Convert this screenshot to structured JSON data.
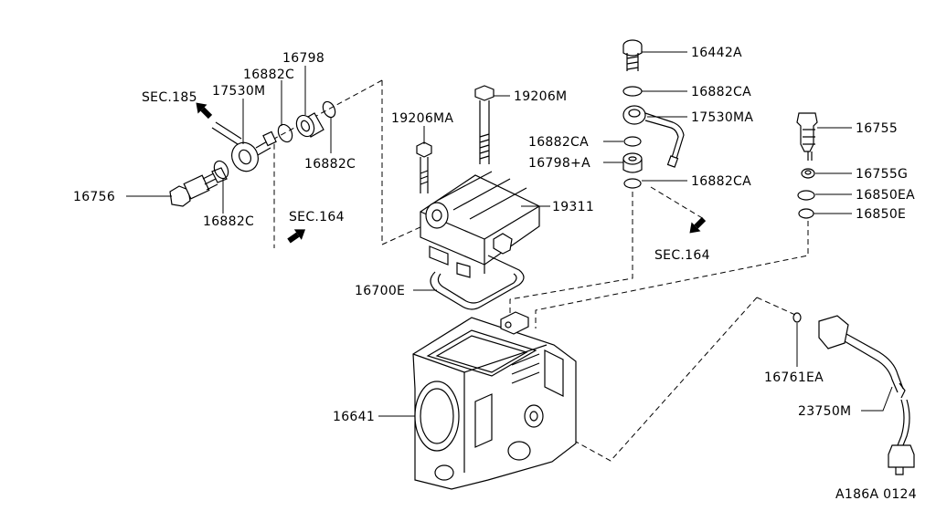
{
  "labels": {
    "sec185": "SEC.185",
    "p17530M": "17530M",
    "p16882C_top": "16882C",
    "p16798": "16798",
    "p16882C_right": "16882C",
    "p16756": "16756",
    "p16882C_bottom": "16882C",
    "sec164_left": "SEC.164",
    "p19206MA": "19206MA",
    "p19206M": "19206M",
    "p19311": "19311",
    "p16700E": "16700E",
    "p16641": "16641",
    "p16442A": "16442A",
    "p16882CA_1": "16882CA",
    "p17530MA": "17530MA",
    "p16882CA_2": "16882CA",
    "p16798A": "16798+A",
    "p16882CA_3": "16882CA",
    "sec164_right": "SEC.164",
    "p16755": "16755",
    "p16755G": "16755G",
    "p16850EA": "16850EA",
    "p16850E": "16850E",
    "p16761EA": "16761EA",
    "p23750M": "23750M",
    "figure_code": "A186A 0124"
  }
}
